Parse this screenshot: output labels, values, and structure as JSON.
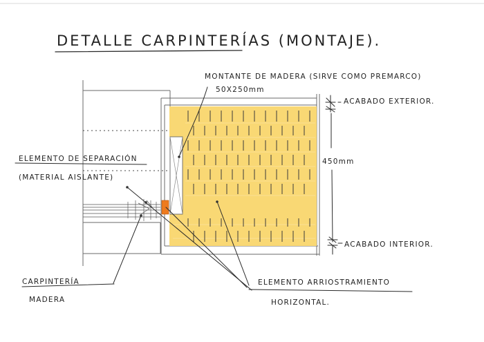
{
  "title": "DETALLE CARPINTERÍAS (MONTAJE).",
  "labels": {
    "montante_line1": "MONTANTE DE MADERA (SIRVE COMO PREMARCO)",
    "montante_line2": "50X250mm",
    "acabado_exterior": "ACABADO EXTERIOR.",
    "dimension": "450mm",
    "separacion_line1": "ELEMENTO DE SEPARACIÓN",
    "separacion_line2": "(MATERIAL AISLANTE)",
    "acabado_interior": "ACABADO INTERIOR.",
    "carpinteria_line1": "CARPINTERÍA",
    "carpinteria_line2": "MADERA",
    "arriostramiento_line1": "ELEMENTO ARRIOSTRAMIENTO",
    "arriostramiento_line2": "HORIZONTAL."
  },
  "colors": {
    "insulation_fill": "#f9d874",
    "insulator_block": "#ee7b1e",
    "ink": "#2a2a2a"
  }
}
